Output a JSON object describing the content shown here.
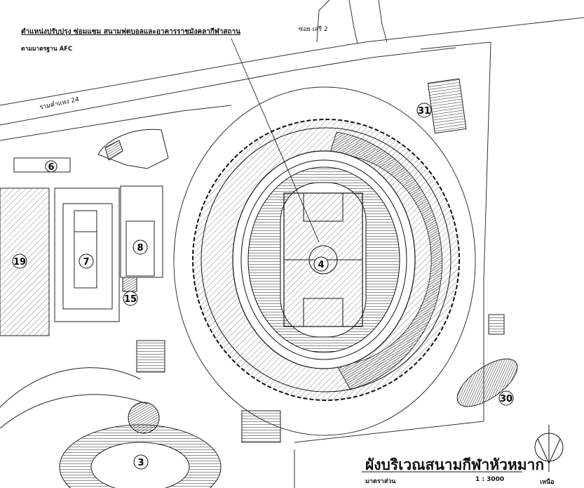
{
  "annotation": {
    "line1": "ตำแหน่งปรับปรุง ซ่อมแซม สนามฟุตบอลและอาคารราชมังคลากีฬาสถาน",
    "line2": "ตามมาตรฐาน AFC"
  },
  "streets": {
    "soi": "ซ่อย เสรี 2",
    "road": "รามคำแหง 24"
  },
  "markers": [
    "3",
    "4",
    "6",
    "7",
    "8",
    "15",
    "19",
    "30",
    "31"
  ],
  "title_block": {
    "title": "ผังบริเวณสนามกีฬาหัวหมาก",
    "scale_label": "มาตราส่วน",
    "scale_value": "1 : 3000",
    "north_label": "เหนือ"
  },
  "colors": {
    "ink": "#111111",
    "paper": "#ffffff",
    "hatch": "#555555"
  }
}
